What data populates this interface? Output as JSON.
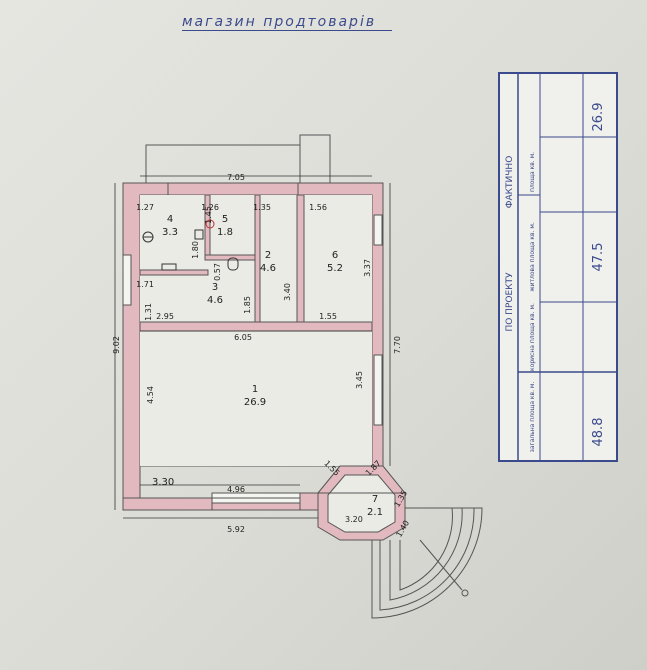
{
  "title": "магазин продтоварів",
  "rooms": [
    {
      "number": "1",
      "area": "26.9"
    },
    {
      "number": "2",
      "area": "4.6"
    },
    {
      "number": "3",
      "area": "4.6"
    },
    {
      "number": "4",
      "area": "3.3"
    },
    {
      "number": "5",
      "area": "1.8"
    },
    {
      "number": "6",
      "area": "5.2"
    },
    {
      "number": "7",
      "area": "2.1"
    }
  ],
  "height_marks": [
    "3.30",
    "3.20"
  ],
  "dimensions": [
    "7.05",
    "9.02",
    "5.92",
    "7.70",
    "4.96",
    "6.05",
    "1.27",
    "1.26",
    "1.35",
    "1.56",
    "1.80",
    "0.57",
    "1.71",
    "1.31",
    "2.95",
    "1.85",
    "3.40",
    "3.37",
    "1.55",
    "4.54",
    "3.45",
    "1.55",
    "1.87",
    "1.35",
    "1.40",
    "1.45"
  ],
  "table": {
    "header_left": "ПО ПРОЕКТУ",
    "header_right": "ФАКТИЧНО",
    "rows": [
      "загальна площа кв. м.",
      "корисна площа кв. м.",
      "житлова площа кв. м.",
      "площа кв. м."
    ],
    "values": {
      "total": "48.8",
      "useful": "47.5",
      "other": "26.9"
    }
  }
}
